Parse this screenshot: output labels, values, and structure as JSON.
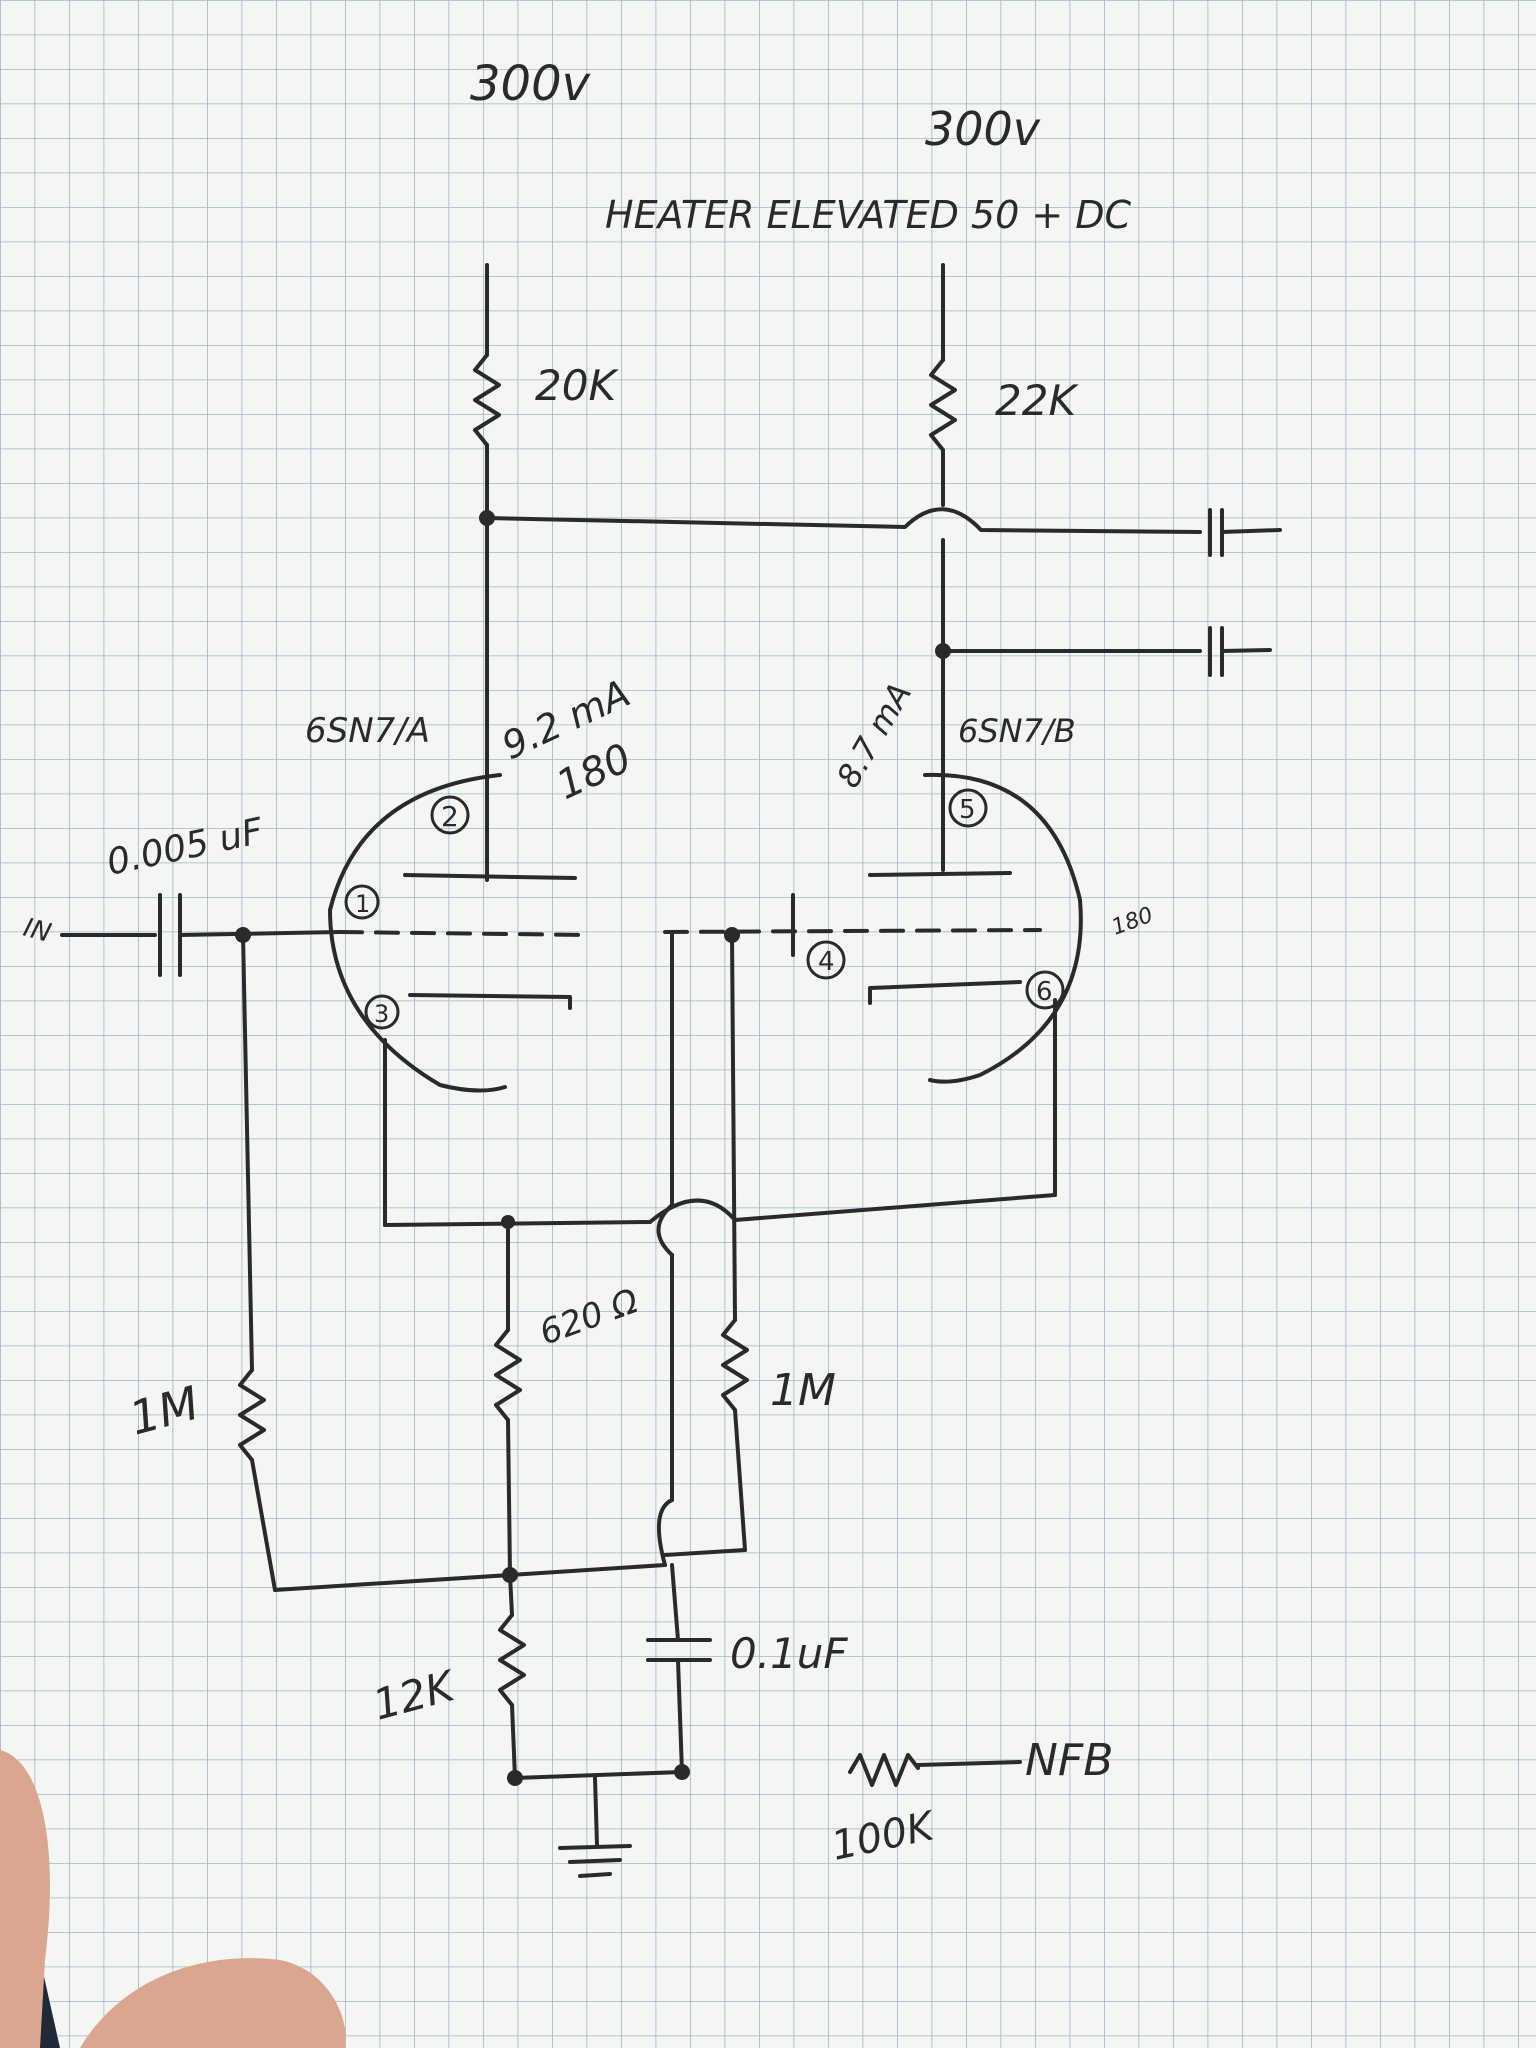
{
  "supply": {
    "left": "300v",
    "right": "300v"
  },
  "heater_note": "HEATER ELEVATED 50 + DC",
  "plate_resistors": {
    "left": "20K",
    "right": "22K"
  },
  "tubes": {
    "a": {
      "name": "6SN7/A",
      "current": "9.2 mA",
      "voltage": "180"
    },
    "b": {
      "name": "6SN7/B",
      "current": "8.7 mA",
      "voltage": "180"
    }
  },
  "pins": [
    "1",
    "2",
    "3",
    "4",
    "5",
    "6"
  ],
  "input": {
    "label": "IN",
    "cap": "0.005 uF"
  },
  "grid_resistor": "1M",
  "cathode": {
    "shared": "620 Ω",
    "ground": "12K",
    "cap": "0.1uF"
  },
  "grid_b_resistor": "1M",
  "feedback": {
    "resistor": "100K",
    "label": "NFB"
  },
  "colors": {
    "paper": "#f4f6f3",
    "grid": "#9fb6c8",
    "ink": "#2a2a2a",
    "background": "#1f2a36",
    "skin": "#d9a68f"
  }
}
